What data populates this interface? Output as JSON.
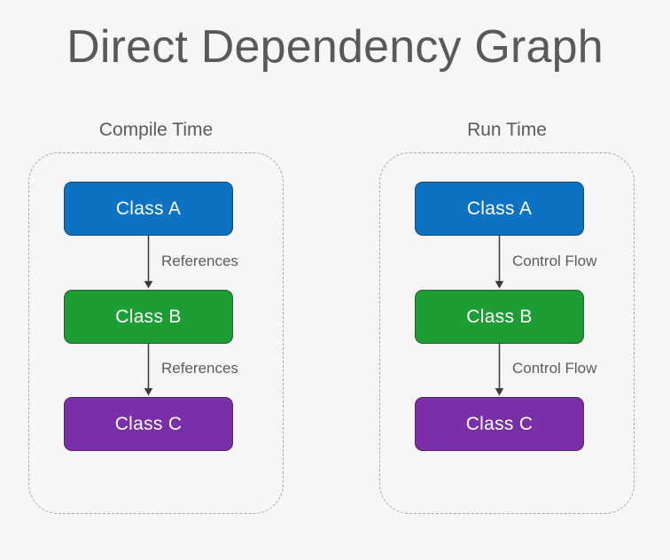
{
  "page": {
    "title": "Direct Dependency Graph",
    "background_color": "#f6f6f6",
    "title_color": "#595959"
  },
  "groups": [
    {
      "id": "compile-time",
      "label": "Compile Time",
      "border_style": "dashed",
      "border_color": "#a8a8a8",
      "nodes": [
        {
          "id": "class-a",
          "label": "Class A",
          "color": "#0b72c4",
          "text_color": "#ffffff"
        },
        {
          "id": "class-b",
          "label": "Class B",
          "color": "#1d9e35",
          "text_color": "#ffffff"
        },
        {
          "id": "class-c",
          "label": "Class C",
          "color": "#7a2ea8",
          "text_color": "#ffffff"
        }
      ],
      "edges": [
        {
          "from": "class-a",
          "to": "class-b",
          "label": "References"
        },
        {
          "from": "class-b",
          "to": "class-c",
          "label": "References"
        }
      ]
    },
    {
      "id": "run-time",
      "label": "Run Time",
      "border_style": "dashed",
      "border_color": "#a8a8a8",
      "nodes": [
        {
          "id": "class-a",
          "label": "Class A",
          "color": "#0b72c4",
          "text_color": "#ffffff"
        },
        {
          "id": "class-b",
          "label": "Class B",
          "color": "#1d9e35",
          "text_color": "#ffffff"
        },
        {
          "id": "class-c",
          "label": "Class C",
          "color": "#7a2ea8",
          "text_color": "#ffffff"
        }
      ],
      "edges": [
        {
          "from": "class-a",
          "to": "class-b",
          "label": "Control Flow"
        },
        {
          "from": "class-b",
          "to": "class-c",
          "label": "Control Flow"
        }
      ]
    }
  ],
  "arrow": {
    "color": "#3a3a3a",
    "icon": "arrow-down-icon"
  }
}
